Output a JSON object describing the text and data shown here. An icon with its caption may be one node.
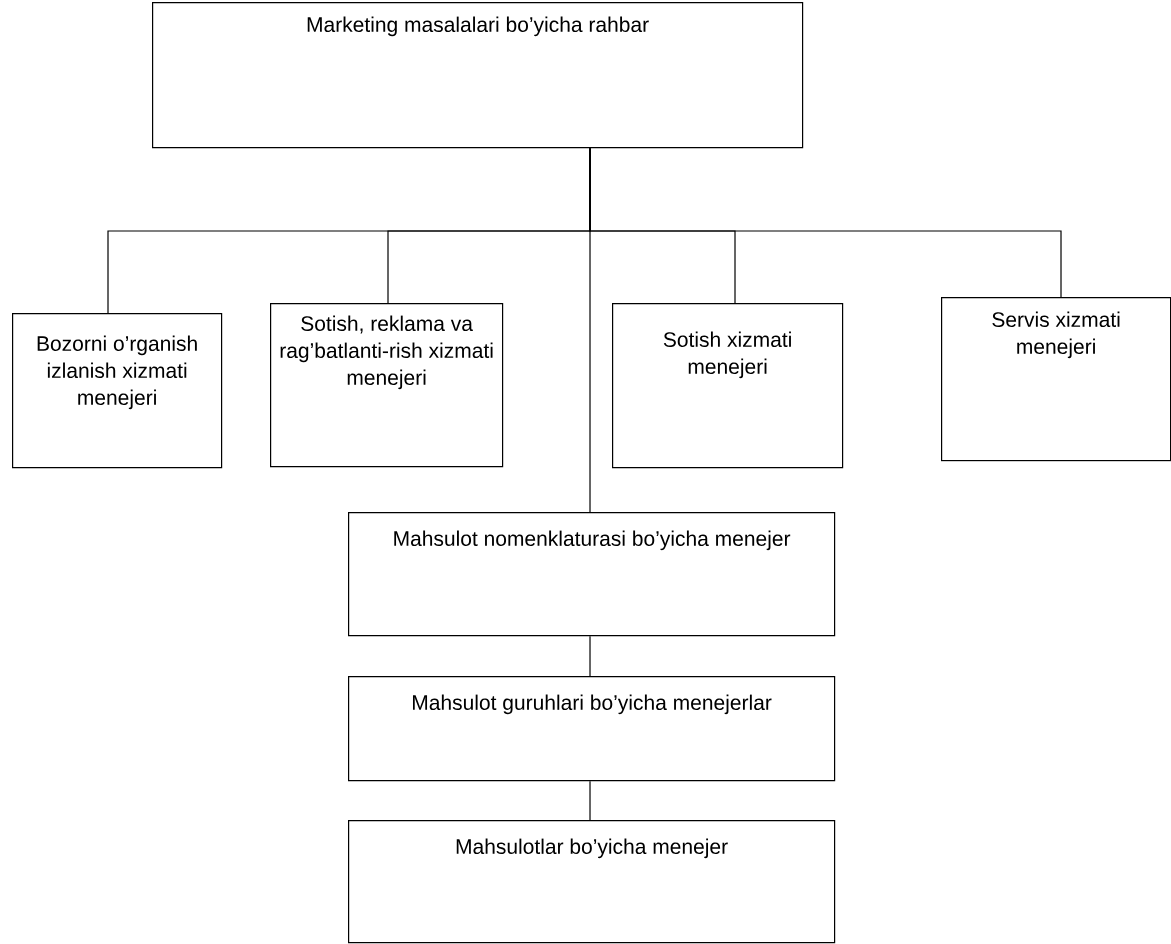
{
  "diagram": {
    "nodes": [
      {
        "text": [
          "Marketing masalalari bo’yicha rahbar"
        ]
      },
      {
        "text": [
          "Bozorni o’rganish izlanish xizmati menejeri"
        ]
      },
      {
        "text": [
          "Sotish, reklama va rag’batlanti-rish xizmati menejeri"
        ]
      },
      {
        "text": [
          "Sotish xizmati menejeri"
        ]
      },
      {
        "text": [
          "Servis xizmati menejeri"
        ]
      },
      {
        "text": [
          "Mahsulot nomenklaturasi bo’yicha menejer"
        ]
      },
      {
        "text": [
          "Mahsulot guruhlari bo’yicha menejerlar"
        ]
      },
      {
        "text": [
          "Mahsulotlar bo’yicha menejer"
        ]
      }
    ],
    "edges": [
      {
        "from": 0,
        "to": 1,
        "arrow": "none"
      },
      {
        "from": 0,
        "to": 2,
        "arrow": "none"
      },
      {
        "from": 0,
        "to": 3,
        "arrow": "none"
      },
      {
        "from": 0,
        "to": 4,
        "arrow": "none"
      },
      {
        "from": 0,
        "to": 5,
        "arrow": "none"
      },
      {
        "from": 5,
        "to": 6,
        "arrow": "none"
      },
      {
        "from": 6,
        "to": 7,
        "arrow": "none"
      }
    ]
  }
}
